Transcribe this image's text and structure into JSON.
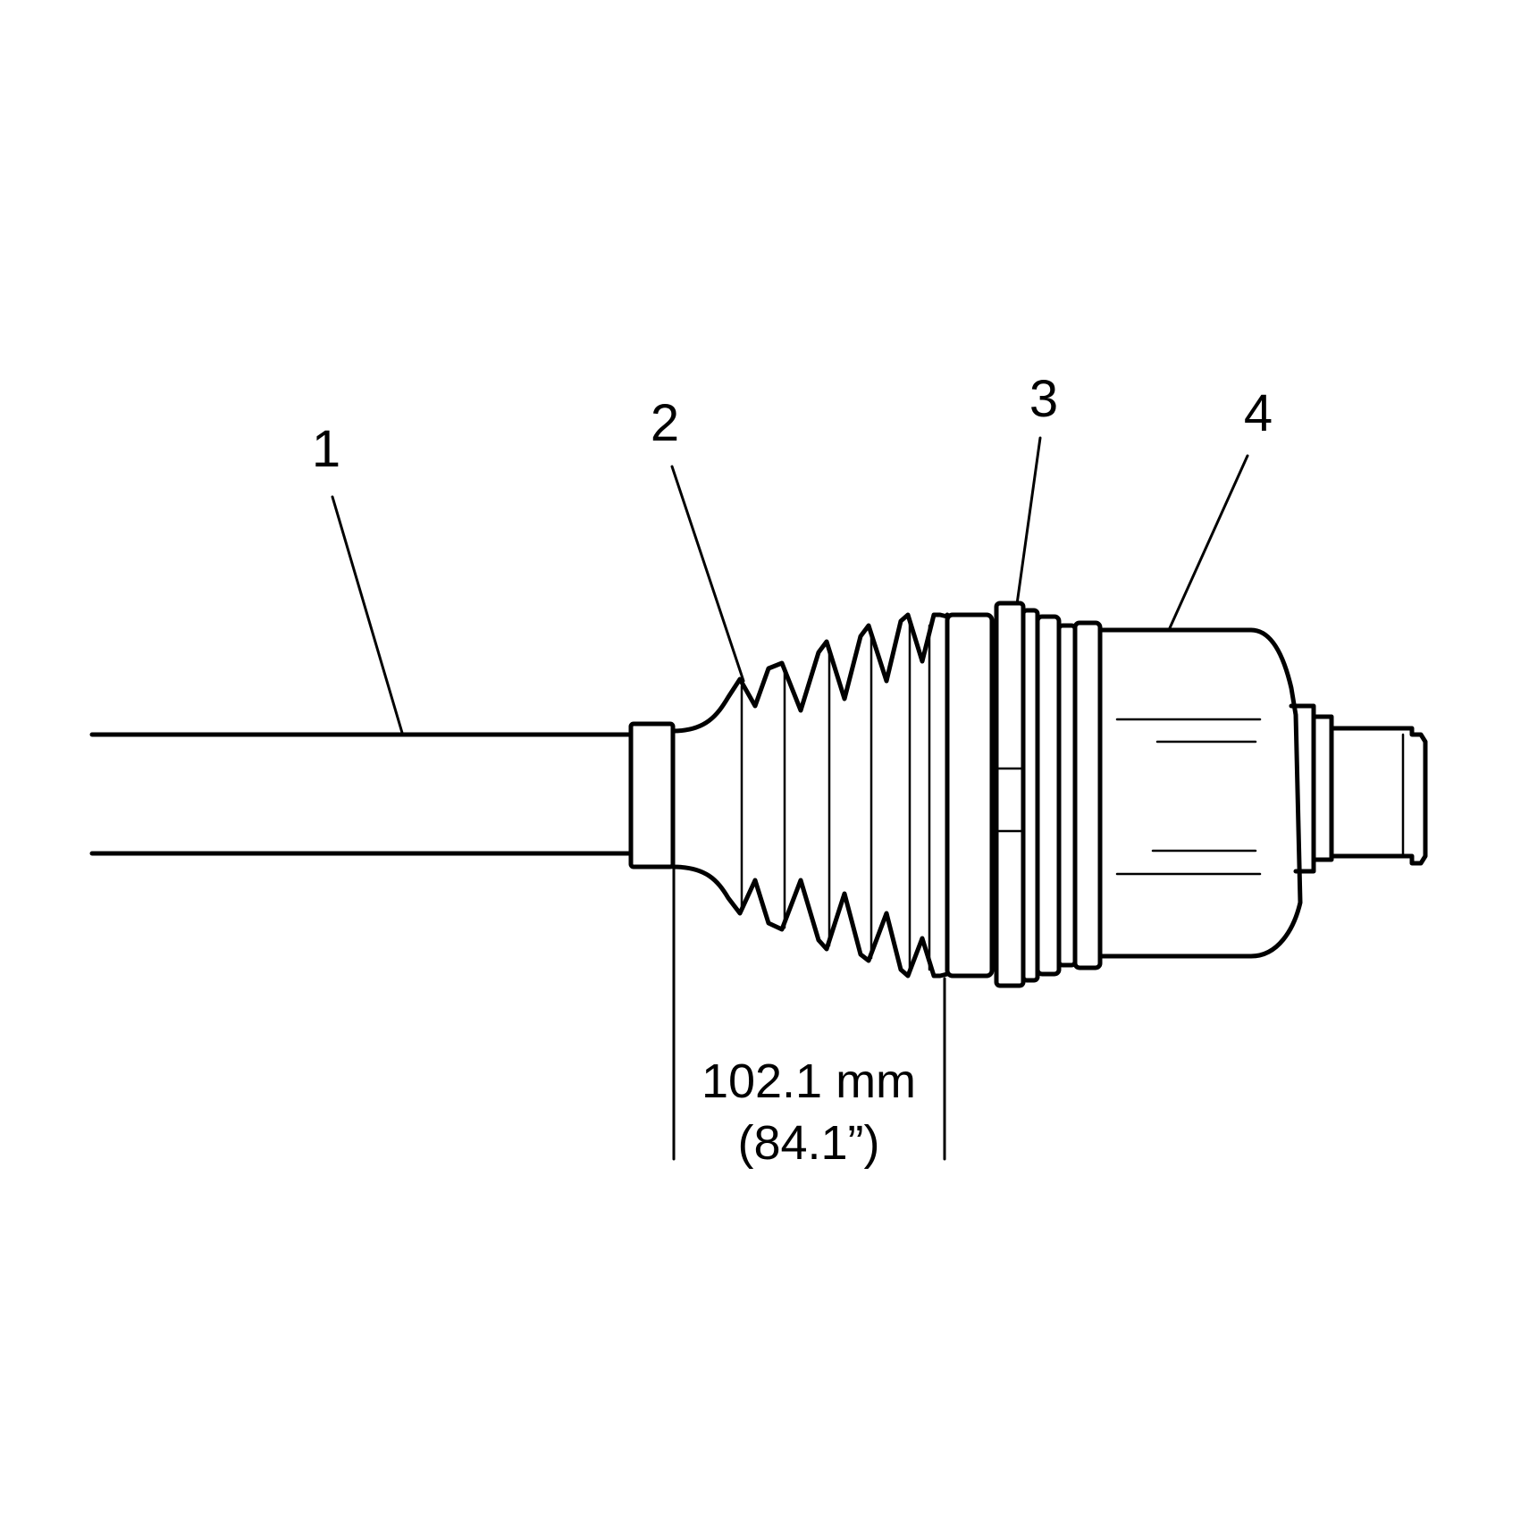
{
  "callouts": [
    {
      "label": "1",
      "part": "axle-shaft"
    },
    {
      "label": "2",
      "part": "boot"
    },
    {
      "label": "3",
      "part": "boot-clamp"
    },
    {
      "label": "4",
      "part": "joint-housing"
    }
  ],
  "dimension": {
    "metric": "102.1 mm",
    "imperial": "(84.1”)"
  }
}
